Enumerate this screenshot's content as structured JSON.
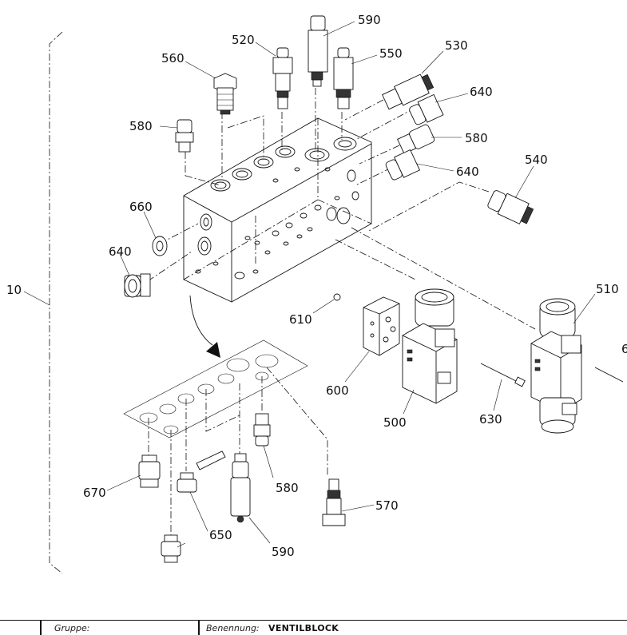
{
  "drawing": {
    "callouts": {
      "c10": "10",
      "c500": "500",
      "c510": "510",
      "c520": "520",
      "c530": "530",
      "c540": "540",
      "c550": "550",
      "c560": "560",
      "c570": "570",
      "c580a": "580",
      "c580b": "580",
      "c580c": "580",
      "c590a": "590",
      "c590b": "590",
      "c600": "600",
      "c610": "610",
      "c630": "630",
      "c640a": "640",
      "c640b": "640",
      "c640c": "640",
      "c650": "650",
      "c660": "660",
      "c670": "670",
      "c_edge": "6"
    }
  },
  "title_block": {
    "group_label": "Gruppe:",
    "name_label": "Benennung:",
    "name_value": "VENTILBLOCK"
  }
}
